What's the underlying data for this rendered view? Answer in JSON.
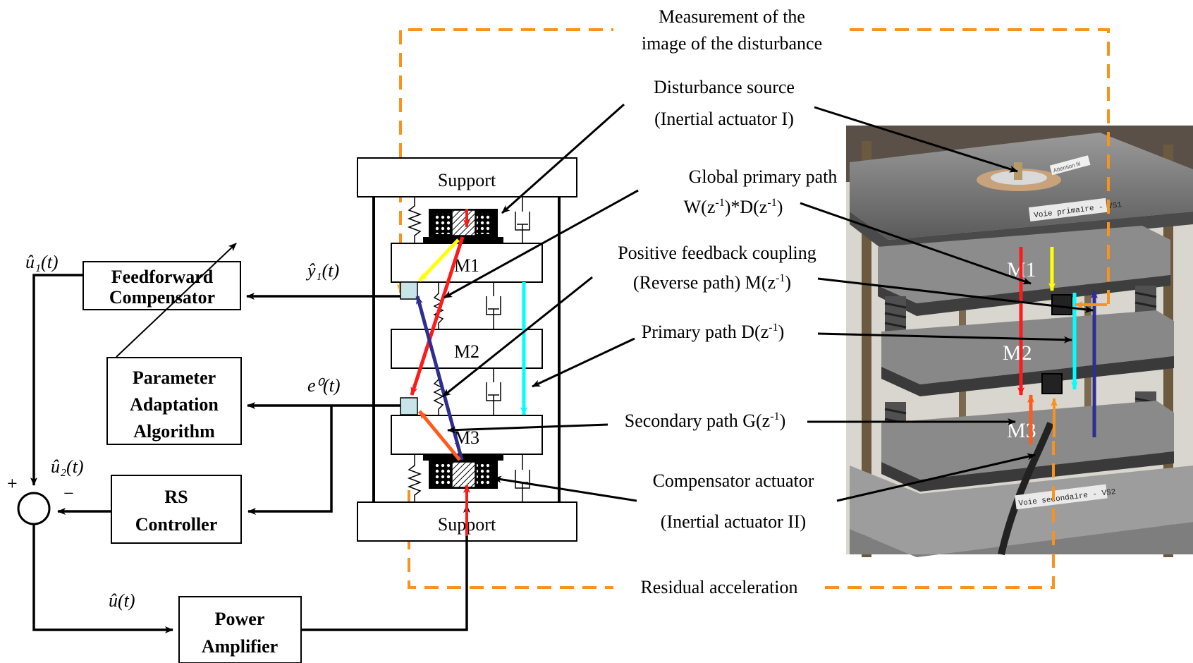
{
  "blocks": {
    "ff_line1": "Feedforward",
    "ff_line2": "Compensator",
    "paa_line1": "Parameter",
    "paa_line2": "Adaptation",
    "paa_line3": "Algorithm",
    "rs_line1": "RS",
    "rs_line2": "Controller",
    "pa_line1": "Power",
    "pa_line2": "Amplifier"
  },
  "signals": {
    "u1": "û₁(t)",
    "u2": "û₂(t)",
    "u": "û(t)",
    "y1": "ŷ₁(t)",
    "e0": "e⁰(t)",
    "plus": "+",
    "minus": "−"
  },
  "structure": {
    "support_top": "Support",
    "support_bottom": "Support",
    "m1": "M1",
    "m2": "M2",
    "m3": "M3"
  },
  "annotations": {
    "measure_line1": "Measurement of the",
    "measure_line2": "image of the disturbance",
    "dist_line1": "Disturbance source",
    "dist_line2": "(Inertial actuator I)",
    "global_line1": "Global primary path",
    "global_line2_a": "W(z",
    "global_line2_b": ")*D(z",
    "global_line2_c": ")",
    "pos_line1": "Positive feedback coupling",
    "pos_line2_a": "(Reverse path) M(z",
    "pos_line2_b": ")",
    "primary_a": "Primary path D(z",
    "primary_b": ")",
    "secondary_a": "Secondary path G(z",
    "secondary_b": ")",
    "comp_line1": "Compensator actuator",
    "comp_line2": "(Inertial actuator II)",
    "residual": "Residual acceleration",
    "exponent": "-1"
  },
  "photo": {
    "label_m1": "M1",
    "label_m2": "M2",
    "label_m3": "M3",
    "plate_top": "Voie primaire - VS1",
    "plate_bottom": "Voie secondaire - VS2",
    "sticker": "Attention fil"
  },
  "colors": {
    "dashed": "#f7931e",
    "red": "#ff1a1a",
    "yellow": "#ffff00",
    "cyan": "#00ffff",
    "navy": "#2e2e8f",
    "orange": "#ff5a1f",
    "sensor": "#c7e4e8"
  }
}
